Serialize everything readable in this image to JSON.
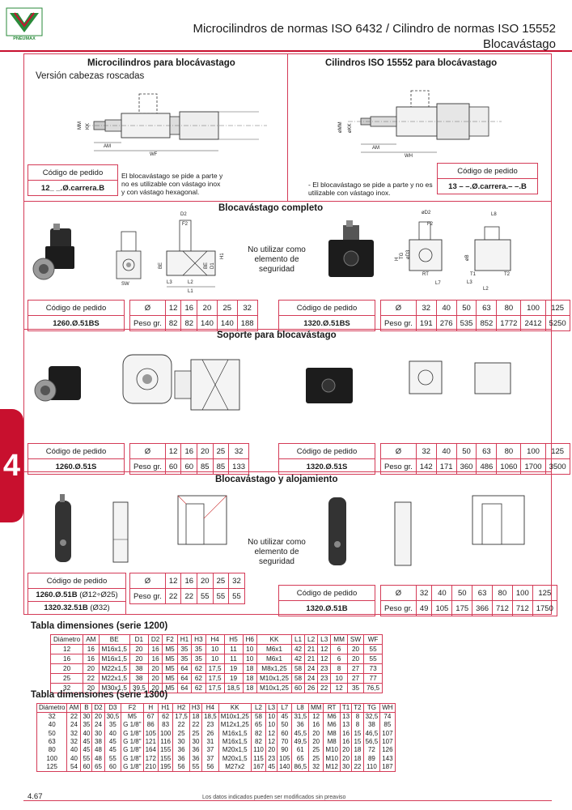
{
  "header": {
    "logo_text": "PNEUMAX",
    "title_line1": "Microcilindros de normas ISO 6432 / Cilindro de normas ISO 15552",
    "title_line2": "Blocavástago"
  },
  "section1": {
    "left_title": "Microcilindros para blocávastago",
    "left_subtitle": "Versión cabezas roscadas",
    "right_title": "Cilindros ISO 15552 para blocávastago",
    "left_code_label": "Código de pedido",
    "left_code": "12_ _.Ø.carrera.B",
    "left_note_1": "El blocavástago se pide a parte y",
    "left_note_2": "no es utilizable con vástago inox",
    "left_note_3": "y con vástago hexagonal.",
    "right_code_label": "Código de pedido",
    "right_code": "13 – –.Ø.carrera.– –.B",
    "right_note_1": "- El blocavástago se pide a parte y no es",
    "right_note_2": "utilizable con vástago inox.",
    "dims_left": [
      "MM",
      "KK",
      "AM",
      "WF"
    ],
    "dims_right": [
      "øMM",
      "øKK",
      "AM",
      "WH"
    ]
  },
  "section2": {
    "title": "Blocavástago completo",
    "warning_1": "No utilizar como",
    "warning_2": "elemento de seguridad",
    "dims_left": [
      "D2",
      "F2",
      "H1",
      "BE",
      "BE",
      "D1",
      "SW",
      "L3",
      "L2",
      "L1"
    ],
    "dims_right": [
      "øD2",
      "F2",
      "L8",
      "H",
      "TG",
      "øD3",
      "øB",
      "RT",
      "L7",
      "T1",
      "T2",
      "L3",
      "L2"
    ],
    "left_code_label": "Código de pedido",
    "left_code": "1260.Ø.51BS",
    "left_dia_label": "Ø",
    "left_dias": [
      "12",
      "16",
      "20",
      "25",
      "32"
    ],
    "left_weight_label": "Peso gr.",
    "left_weights": [
      "82",
      "82",
      "140",
      "140",
      "188"
    ],
    "right_code_label": "Código de pedido",
    "right_code": "1320.Ø.51BS",
    "right_dia_label": "Ø",
    "right_dias": [
      "32",
      "40",
      "50",
      "63",
      "80",
      "100",
      "125"
    ],
    "right_weight_label": "Peso gr.",
    "right_weights": [
      "191",
      "276",
      "535",
      "852",
      "1772",
      "2412",
      "5250"
    ]
  },
  "section3": {
    "title": "Soporte para blocavástago",
    "left_code_label": "Código de pedido",
    "left_code": "1260.Ø.51S",
    "left_dia_label": "Ø",
    "left_dias": [
      "12",
      "16",
      "20",
      "25",
      "32"
    ],
    "left_weight_label": "Peso gr.",
    "left_weights": [
      "60",
      "60",
      "85",
      "85",
      "133"
    ],
    "right_code_label": "Código de pedido",
    "right_code": "1320.Ø.51S",
    "right_dia_label": "Ø",
    "right_dias": [
      "32",
      "40",
      "50",
      "63",
      "80",
      "100",
      "125"
    ],
    "right_weight_label": "Peso gr.",
    "right_weights": [
      "142",
      "171",
      "360",
      "486",
      "1060",
      "1700",
      "3500"
    ]
  },
  "section4": {
    "title": "Blocavástago y alojamiento",
    "warning_1": "No utilizar como",
    "warning_2": "elemento de seguridad",
    "left_code_label": "Código de pedido",
    "left_code_1": "1260.Ø.51B",
    "left_code_1_range": "(Ø12÷Ø25)",
    "left_code_2": "1320.32.51B",
    "left_code_2_range": "(Ø32)",
    "left_dia_label": "Ø",
    "left_dias": [
      "12",
      "16",
      "20",
      "25",
      "32"
    ],
    "left_weight_label": "Peso gr.",
    "left_weights": [
      "22",
      "22",
      "55",
      "55",
      "55"
    ],
    "right_code_label": "Código de pedido",
    "right_code": "1320.Ø.51B",
    "right_dia_label": "Ø",
    "right_dias": [
      "32",
      "40",
      "50",
      "63",
      "80",
      "100",
      "125"
    ],
    "right_weight_label": "Peso gr.",
    "right_weights": [
      "49",
      "105",
      "175",
      "366",
      "712",
      "712",
      "1750"
    ]
  },
  "table1200": {
    "title": "Tabla dimensiones (serie 1200)",
    "headers": [
      "Diámetro",
      "AM",
      "BE",
      "D1",
      "D2",
      "F2",
      "H1",
      "H3",
      "H4",
      "H5",
      "H6",
      "KK",
      "L1",
      "L2",
      "L3",
      "MM",
      "SW",
      "WF"
    ],
    "rows": [
      [
        "12",
        "16",
        "M16x1,5",
        "20",
        "16",
        "M5",
        "35",
        "35",
        "10",
        "11",
        "10",
        "M6x1",
        "42",
        "21",
        "12",
        "6",
        "20",
        "55"
      ],
      [
        "16",
        "16",
        "M16x1,5",
        "20",
        "16",
        "M5",
        "35",
        "35",
        "10",
        "11",
        "10",
        "M6x1",
        "42",
        "21",
        "12",
        "6",
        "20",
        "55"
      ],
      [
        "20",
        "20",
        "M22x1,5",
        "38",
        "20",
        "M5",
        "64",
        "62",
        "17,5",
        "19",
        "18",
        "M8x1,25",
        "58",
        "24",
        "23",
        "8",
        "27",
        "73"
      ],
      [
        "25",
        "22",
        "M22x1,5",
        "38",
        "20",
        "M5",
        "64",
        "62",
        "17,5",
        "19",
        "18",
        "M10x1,25",
        "58",
        "24",
        "23",
        "10",
        "27",
        "77"
      ],
      [
        "32",
        "20",
        "M30x1,5",
        "39,5",
        "20",
        "M5",
        "64",
        "62",
        "17,5",
        "18,5",
        "18",
        "M10x1,25",
        "60",
        "26",
        "22",
        "12",
        "35",
        "76,5"
      ]
    ]
  },
  "table1300": {
    "title": "Tabla dimensiones (serie 1300)",
    "headers": [
      "Diámetro",
      "AM",
      "B",
      "D2",
      "D3",
      "F2",
      "H",
      "H1",
      "H2",
      "H3",
      "H4",
      "KK",
      "L2",
      "L3",
      "L7",
      "L8",
      "MM",
      "RT",
      "T1",
      "T2",
      "TG",
      "WH"
    ],
    "rows": [
      [
        "32",
        "22",
        "30",
        "20",
        "30,5",
        "M5",
        "67",
        "62",
        "17,5",
        "18",
        "18,5",
        "M10x1,25",
        "58",
        "10",
        "45",
        "31,5",
        "12",
        "M6",
        "13",
        "8",
        "32,5",
        "74"
      ],
      [
        "40",
        "24",
        "35",
        "24",
        "35",
        "G 1/8\"",
        "86",
        "83",
        "22",
        "22",
        "23",
        "M12x1,25",
        "65",
        "10",
        "50",
        "36",
        "16",
        "M6",
        "13",
        "8",
        "38",
        "85"
      ],
      [
        "50",
        "32",
        "40",
        "30",
        "40",
        "G 1/8\"",
        "105",
        "100",
        "25",
        "25",
        "26",
        "M16x1,5",
        "82",
        "12",
        "60",
        "45,5",
        "20",
        "M8",
        "16",
        "15",
        "46,5",
        "107"
      ],
      [
        "63",
        "32",
        "45",
        "38",
        "45",
        "G 1/8\"",
        "121",
        "116",
        "30",
        "30",
        "31",
        "M16x1,5",
        "82",
        "12",
        "70",
        "49,5",
        "20",
        "M8",
        "16",
        "15",
        "56,5",
        "107"
      ],
      [
        "80",
        "40",
        "45",
        "48",
        "45",
        "G 1/8\"",
        "164",
        "155",
        "36",
        "36",
        "37",
        "M20x1,5",
        "110",
        "20",
        "90",
        "61",
        "25",
        "M10",
        "20",
        "18",
        "72",
        "126"
      ],
      [
        "100",
        "40",
        "55",
        "48",
        "55",
        "G 1/8\"",
        "172",
        "155",
        "36",
        "36",
        "37",
        "M20x1,5",
        "115",
        "23",
        "105",
        "65",
        "25",
        "M10",
        "20",
        "18",
        "89",
        "143"
      ],
      [
        "125",
        "54",
        "60",
        "65",
        "60",
        "G 1/8\"",
        "210",
        "195",
        "56",
        "55",
        "56",
        "M27x2",
        "167",
        "45",
        "140",
        "86,5",
        "32",
        "M12",
        "30",
        "22",
        "110",
        "187"
      ]
    ]
  },
  "side_tab": "4",
  "footer": {
    "page_number": "4.67",
    "disclaimer": "Los datos indicados pueden ser modificados sin preaviso"
  }
}
